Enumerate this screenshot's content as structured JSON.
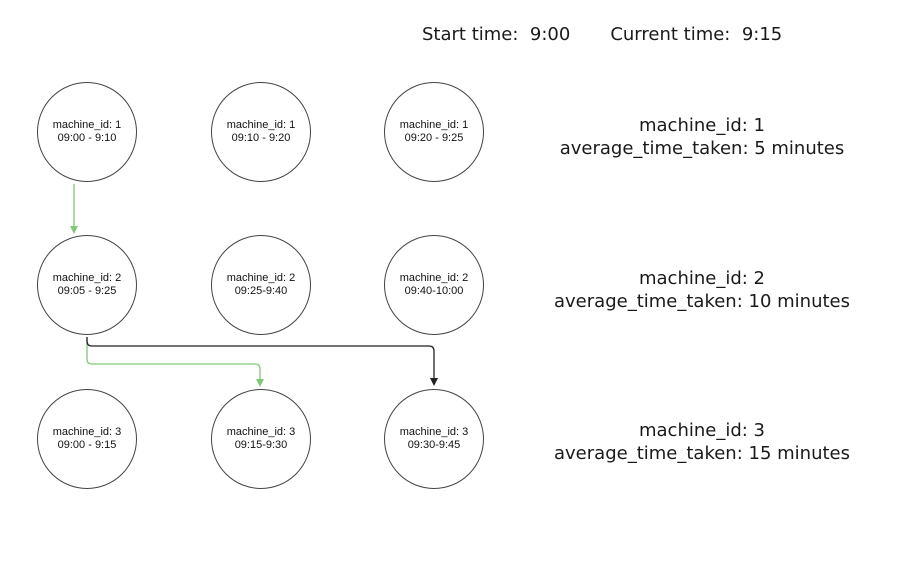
{
  "header": {
    "start_label": "Start time:",
    "start_value": "9:00",
    "current_label": "Current time:",
    "current_value": "9:15"
  },
  "nodes": [
    {
      "label": "machine_id: 1",
      "time": "09:00 - 9:10"
    },
    {
      "label": "machine_id: 1",
      "time": "09:10 - 9:20"
    },
    {
      "label": "machine_id: 1",
      "time": "09:20 - 9:25"
    },
    {
      "label": "machine_id: 2",
      "time": "09:05 - 9:25"
    },
    {
      "label": "machine_id: 2",
      "time": "09:25-9:40"
    },
    {
      "label": "machine_id: 2",
      "time": "09:40-10:00"
    },
    {
      "label": "machine_id: 3",
      "time": "09:00 - 9:15"
    },
    {
      "label": "machine_id: 3",
      "time": "09:15-9:30"
    },
    {
      "label": "machine_id: 3",
      "time": "09:30-9:45"
    }
  ],
  "machines": [
    {
      "id_line": "machine_id: 1",
      "avg_line": "average_time_taken: 5 minutes"
    },
    {
      "id_line": "machine_id: 2",
      "avg_line": "average_time_taken: 10 minutes"
    },
    {
      "id_line": "machine_id: 3",
      "avg_line": "average_time_taken: 15 minutes"
    }
  ],
  "colors": {
    "green_edge": "#82c77a",
    "dark_edge": "#222222",
    "node_border": "#444444"
  }
}
